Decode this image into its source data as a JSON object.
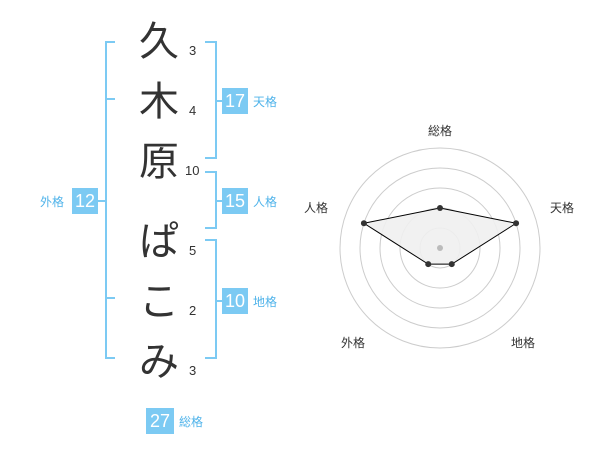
{
  "name": {
    "characters": [
      {
        "char": "久",
        "strokes": "3"
      },
      {
        "char": "木",
        "strokes": "4"
      },
      {
        "char": "原",
        "strokes": "10"
      },
      {
        "char": "ぱ",
        "strokes": "5"
      },
      {
        "char": "こ",
        "strokes": "2"
      },
      {
        "char": "み",
        "strokes": "3"
      }
    ]
  },
  "fortune": {
    "tenkaku": {
      "label": "天格",
      "value": "17"
    },
    "jinkaku": {
      "label": "人格",
      "value": "15"
    },
    "chikaku": {
      "label": "地格",
      "value": "10"
    },
    "gaikaku": {
      "label": "外格",
      "value": "12"
    },
    "soukaku": {
      "label": "総格",
      "value": "27"
    }
  },
  "radar": {
    "axes": [
      "総格",
      "天格",
      "地格",
      "外格",
      "人格"
    ],
    "values": [
      2,
      4,
      1,
      1,
      4
    ],
    "max": 5,
    "colors": {
      "fill": "#f0f0f0",
      "stroke": "#000000",
      "grid": "#cccccc",
      "center": "#bbbbbb"
    }
  },
  "colors": {
    "accent": "#7ccaf3",
    "accent_text": "#4fb3ea",
    "text": "#333333"
  }
}
